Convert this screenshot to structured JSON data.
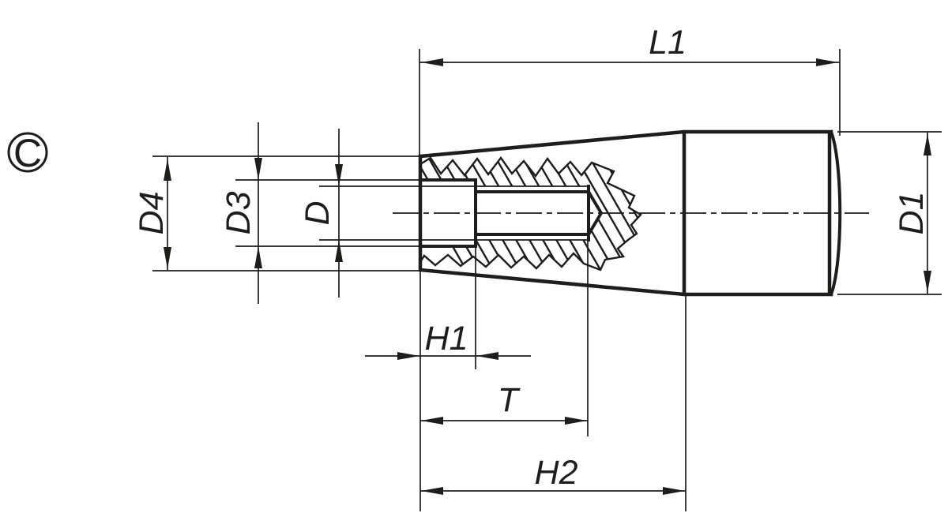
{
  "drawing": {
    "type": "technical-section-view",
    "view_label": "C",
    "background_color": "#ffffff",
    "line_color": "#1d1d1b",
    "labels": {
      "l1": "L1",
      "d4": "D4",
      "d3": "D3",
      "d": "D",
      "d1": "D1",
      "h1": "H1",
      "t": "T",
      "h2": "H2"
    }
  }
}
